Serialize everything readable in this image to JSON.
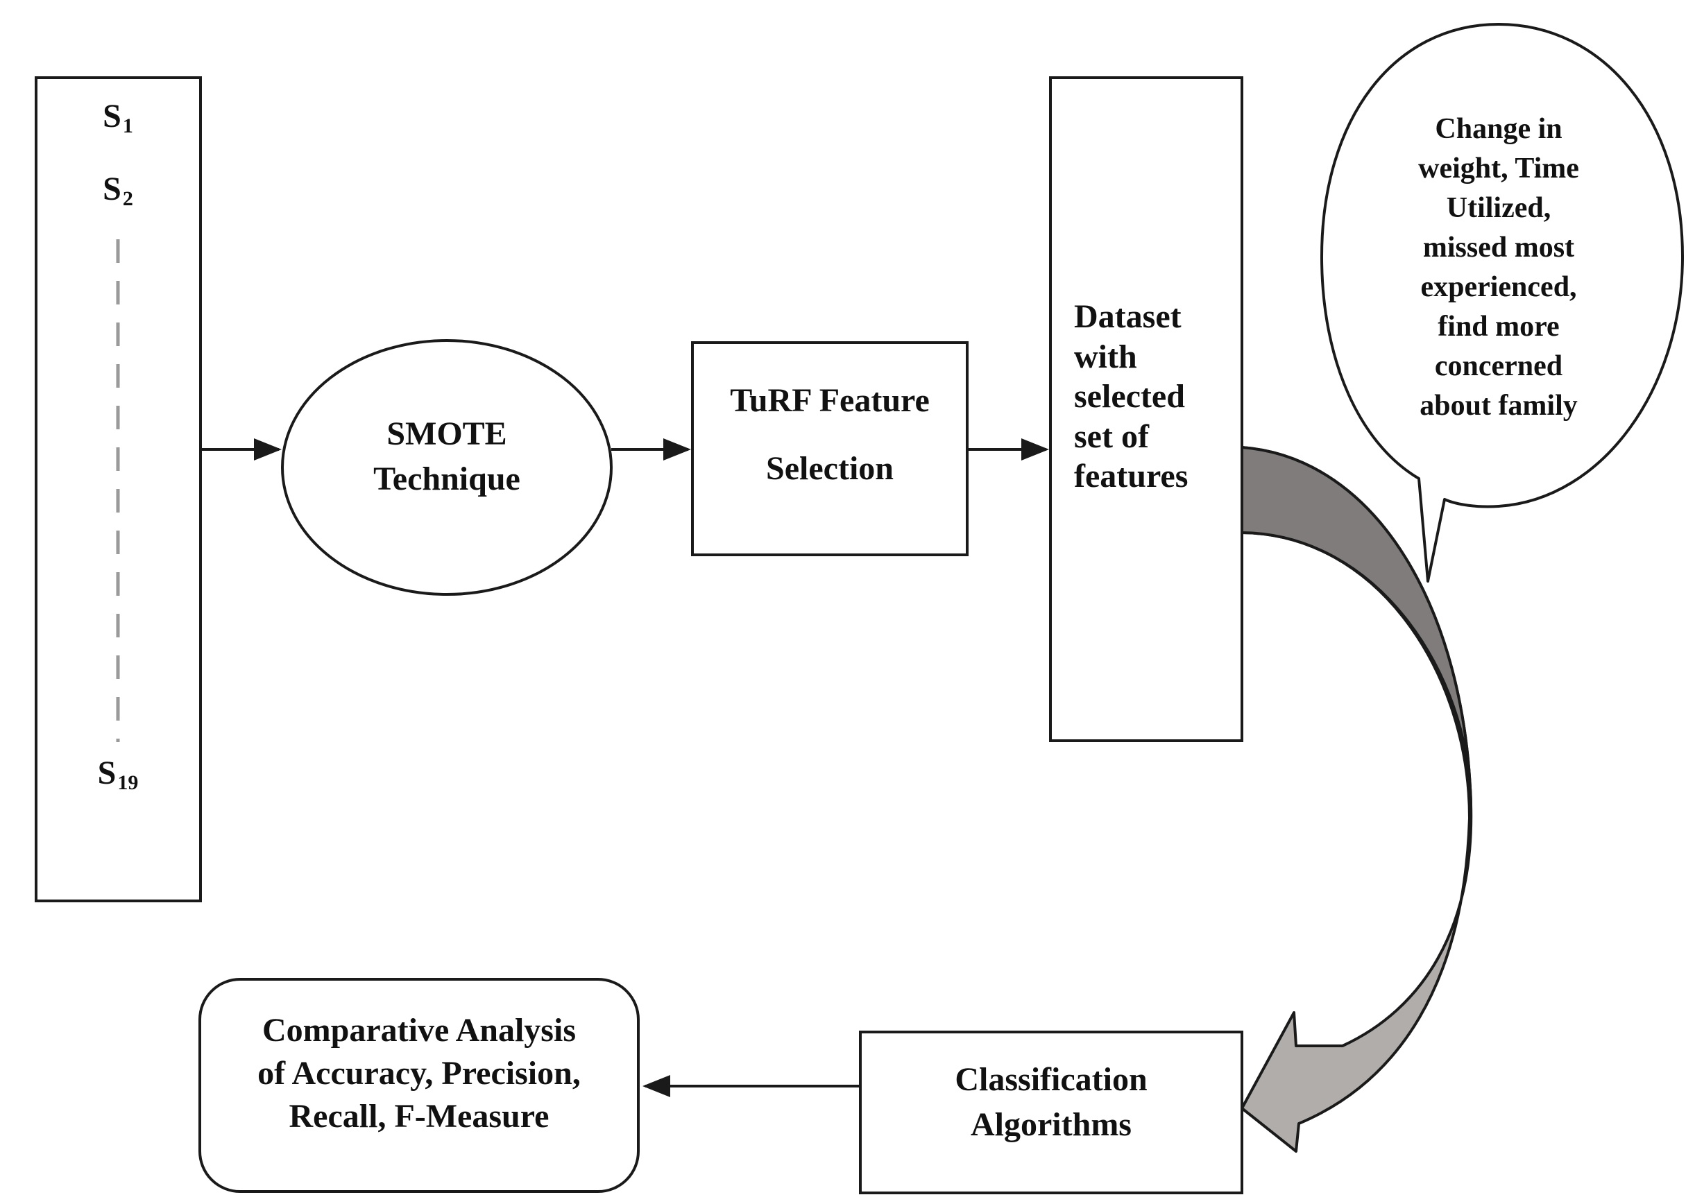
{
  "colors": {
    "stroke": "#1a1a1a",
    "dash": "#9a9a9a",
    "arrow_dark": "#7f7c7b",
    "arrow_light": "#b0adab"
  },
  "input_box": {
    "items": [
      {
        "base": "S",
        "sub": "1"
      },
      {
        "base": "S",
        "sub": "2"
      },
      {
        "base": "S",
        "sub": "19"
      }
    ]
  },
  "smote": {
    "line1": "SMOTE",
    "line2": "Technique"
  },
  "turf": {
    "line1": "TuRF Feature",
    "line2": "Selection"
  },
  "dataset": {
    "lines": [
      "Dataset",
      "with",
      "selected",
      "set of",
      "features"
    ]
  },
  "callout": {
    "lines": [
      "Change in",
      "weight, Time",
      "Utilized,",
      "missed most",
      "experienced,",
      "find more",
      "concerned",
      "about family"
    ]
  },
  "classification": {
    "line1": "Classification",
    "line2": "Algorithms"
  },
  "analysis": {
    "line1": "Comparative Analysis",
    "line2": "of Accuracy, Precision,",
    "line3": "Recall, F-Measure"
  }
}
